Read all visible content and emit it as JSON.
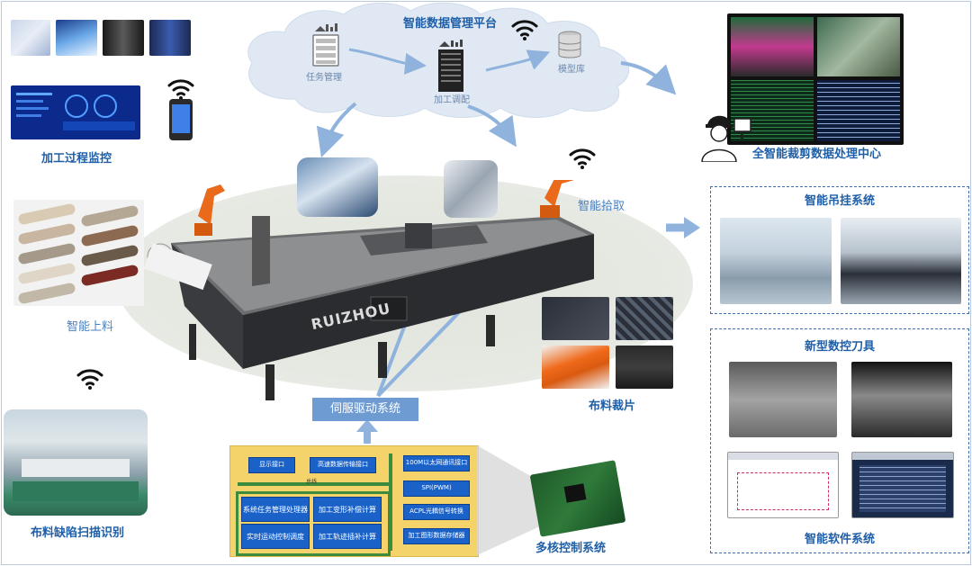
{
  "cloud": {
    "title": "智能数据管理平台",
    "task_mgmt": "任务管理",
    "process_dispatch": "加工调配",
    "model_lib": "模型库"
  },
  "labels": {
    "process_monitor": "加工过程监控",
    "smart_loading": "智能上料",
    "fabric_defect": "布料缺陷扫描识别",
    "smart_pick": "智能拾取",
    "data_center": "全智能裁剪数据处理中心",
    "fabric_pieces": "布料裁片",
    "multicore": "多核控制系统",
    "servo": "伺服驱动系统",
    "machine_brand": "RUIZHOU"
  },
  "hanging": {
    "title": "智能吊挂系统"
  },
  "tools": {
    "title": "新型数控刀具"
  },
  "software": {
    "title": "智能软件系统"
  },
  "control": {
    "display_iface": "显示接口",
    "hs_data_iface": "高速数据传输接口",
    "bus": "总线",
    "ethernet": "100M以太网通讯接口",
    "spi": "SPI(PWM)",
    "acpl": "ACPL光耦信号转换",
    "storage": "加工图形数据存储器",
    "task_proc": "系统任务管理处理器",
    "deform_comp": "加工变形补偿计算",
    "motion_ctrl": "实时运动控制调度",
    "trajectory": "加工轨迹插补计算"
  },
  "colors": {
    "accent": "#1f5fa8",
    "cloud": "#dfe8f3",
    "arrow": "#8fb3dc",
    "control_bg": "#f4d46a",
    "control_cell": "#1a62c8",
    "control_frame": "#3d8c3d"
  },
  "icons": [
    "wifi-icon",
    "server-icon",
    "database-icon",
    "engineer-icon",
    "phone-icon"
  ]
}
